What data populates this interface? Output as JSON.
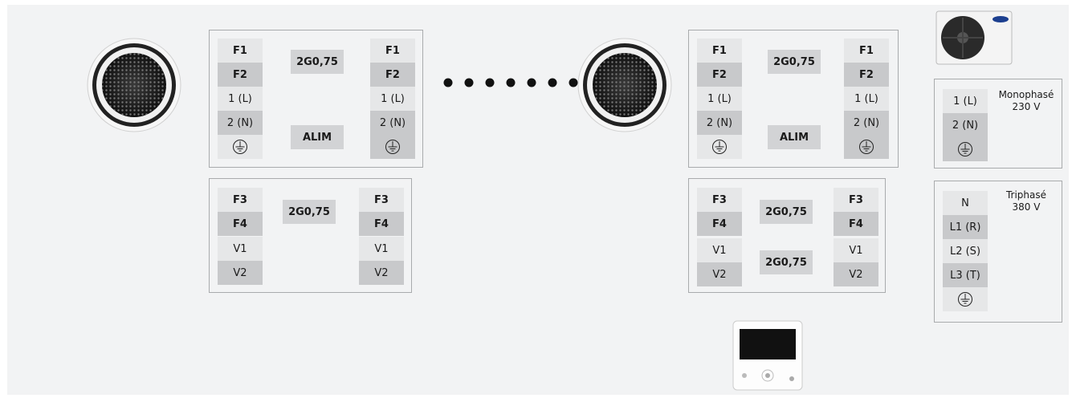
{
  "indoor_unit": {
    "terminals": [
      "F1",
      "F2",
      "1 (L)",
      "2 (N)"
    ],
    "bus_cable": "2G0,75",
    "power_label": "ALIM"
  },
  "communication": {
    "terminals": [
      "F3",
      "F4",
      "V1",
      "V2"
    ],
    "cable": "2G0,75"
  },
  "outdoor": {
    "single_phase": {
      "terminals": [
        "1 (L)",
        "2 (N)"
      ],
      "label_line1": "Monophasé",
      "label_line2": "230 V"
    },
    "three_phase": {
      "terminals": [
        "N",
        "L1 (R)",
        "L2 (S)",
        "L3 (T)"
      ],
      "label_line1": "Triphasé",
      "label_line2": "380 V"
    }
  },
  "icons": {
    "ground": "ground-icon",
    "indoor": "cassette-indoor-unit-icon",
    "outdoor": "outdoor-unit-icon",
    "remote": "wired-remote-controller-icon"
  }
}
